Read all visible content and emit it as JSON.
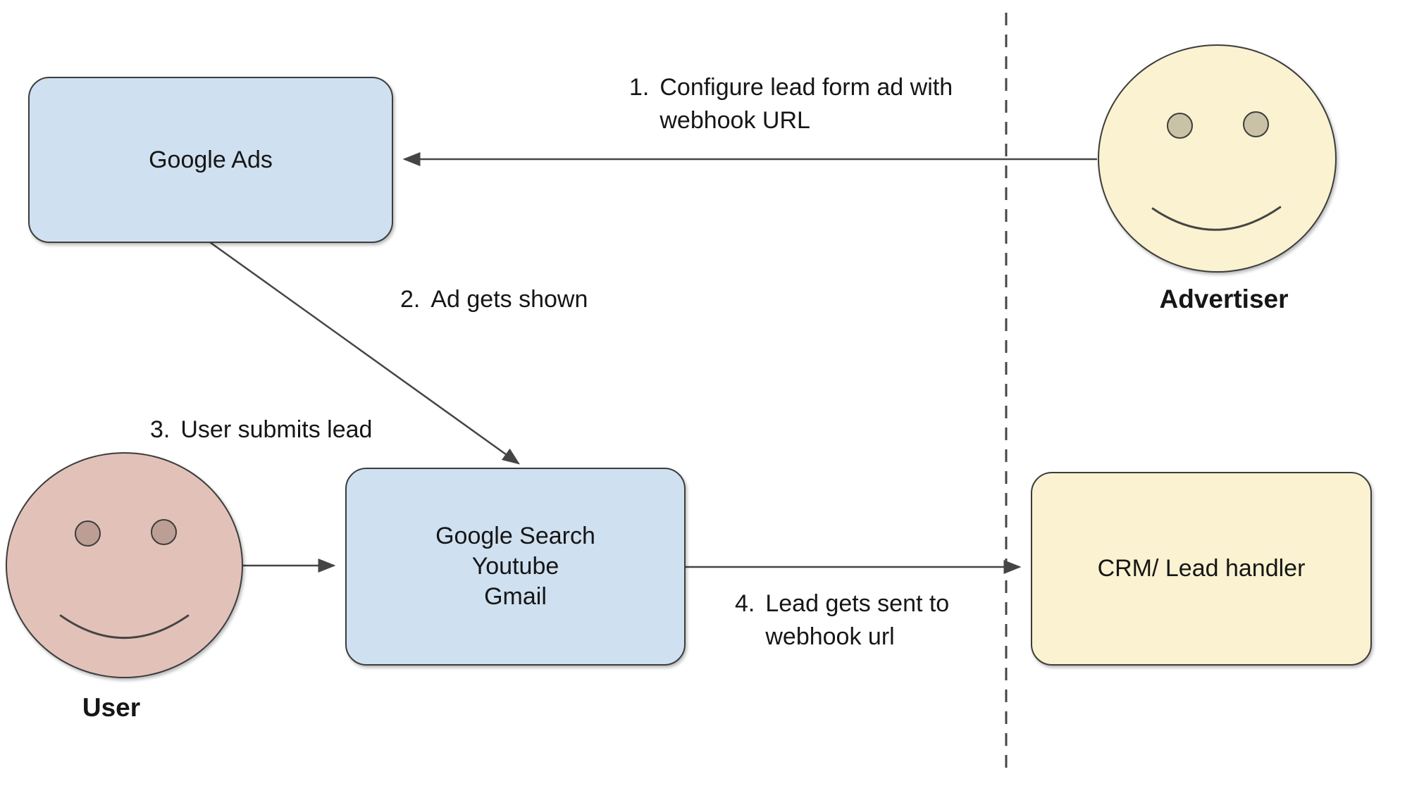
{
  "diagram": {
    "nodes": {
      "google_ads": {
        "label": "Google Ads"
      },
      "platforms": {
        "lines": [
          "Google Search",
          "Youtube",
          "Gmail"
        ]
      },
      "crm": {
        "label": "CRM/ Lead handler"
      }
    },
    "actors": {
      "advertiser": {
        "label": "Advertiser"
      },
      "user": {
        "label": "User"
      }
    },
    "steps": [
      {
        "num": "1.",
        "lines": [
          "Configure lead form ad with",
          "webhook URL"
        ]
      },
      {
        "num": "2.",
        "lines": [
          "Ad gets shown",
          ""
        ]
      },
      {
        "num": "3.",
        "lines": [
          "User submits lead",
          ""
        ]
      },
      {
        "num": "4.",
        "lines": [
          "Lead gets sent to",
          "webhook url"
        ]
      }
    ],
    "edges": [
      {
        "from": "advertiser",
        "to": "google_ads",
        "step": "1",
        "style": "solid-arrow"
      },
      {
        "from": "google_ads",
        "to": "platforms",
        "step": "2",
        "style": "solid-arrow"
      },
      {
        "from": "user",
        "to": "platforms",
        "step": "3",
        "style": "solid-arrow"
      },
      {
        "from": "platforms",
        "to": "crm",
        "step": "4",
        "style": "solid-arrow"
      },
      {
        "from": "boundary",
        "to": "boundary",
        "step": "",
        "style": "vertical-dashed-line"
      }
    ],
    "colors": {
      "box_blue": "#cfe0f0",
      "box_yellow": "#faf2d0",
      "face_pink": "#e2c2b8",
      "eye_pink": "#bd9e95",
      "eye_tan": "#c9c2a7",
      "stroke": "#454545",
      "text": "#161616",
      "bg": "#ffffff"
    }
  }
}
